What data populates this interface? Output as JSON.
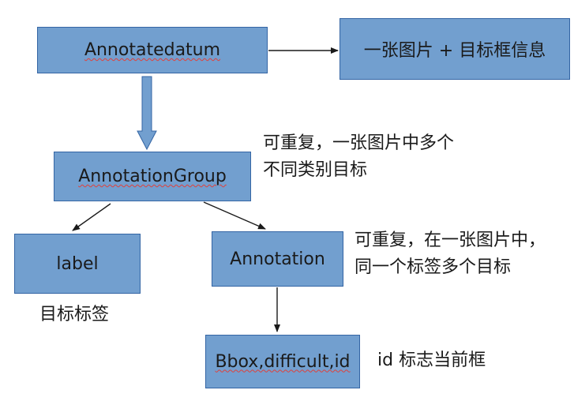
{
  "nodes": {
    "annotatedatum": "Annotatedatum",
    "image_box_info": "一张图片 + 目标框信息",
    "annotation_group": "AnnotationGroup",
    "label": "label",
    "annotation": "Annotation",
    "bbox": "Bbox,difficult,id"
  },
  "notes": {
    "group_line1": "可重复，一张图片中多个",
    "group_line2": "不同类别目标",
    "annotation_line1": "可重复，在一张图片中，",
    "annotation_line2": "同一个标签多个目标",
    "label_note": "目标标签",
    "id_note": "id 标志当前框"
  },
  "colors": {
    "box_fill": "#729fcf",
    "box_border": "#3465a4",
    "arrow": "#1a1a1a"
  }
}
